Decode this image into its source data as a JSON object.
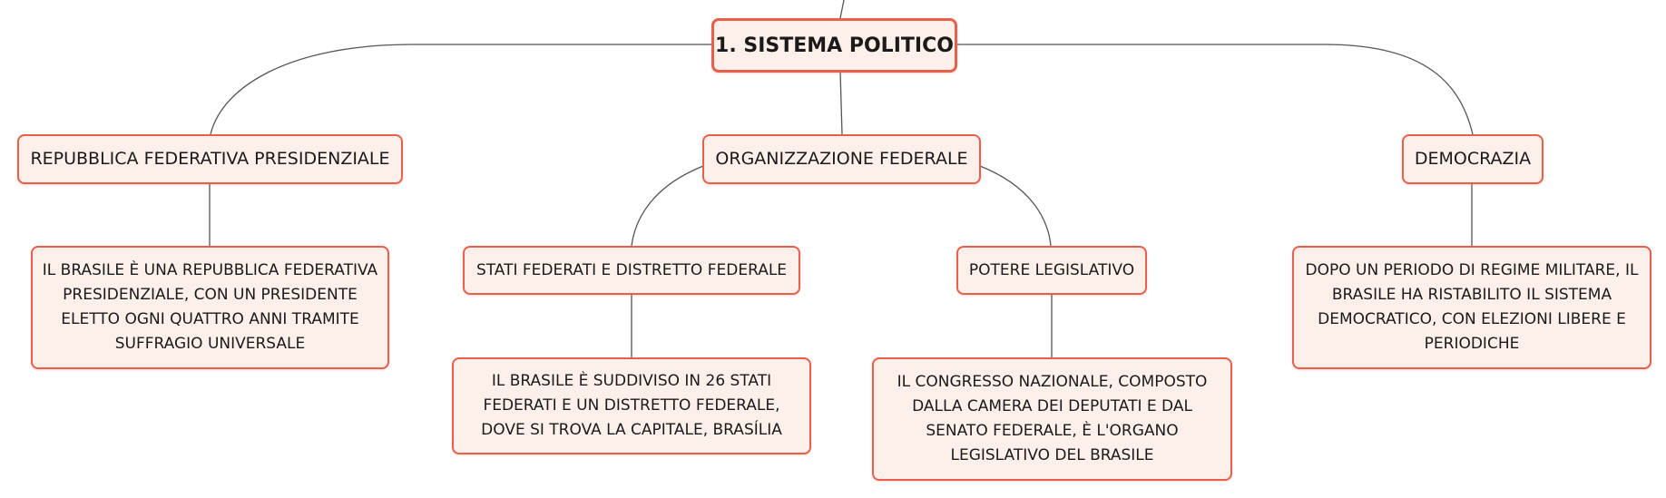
{
  "root": {
    "label": "1. SISTEMA POLITICO"
  },
  "branches": [
    {
      "label": "REPUBBLICA FEDERATIVA PRESIDENZIALE",
      "detail": "IL BRASILE È UNA REPUBBLICA FEDERATIVA PRESIDENZIALE, CON UN PRESIDENTE ELETTO OGNI QUATTRO ANNI TRAMITE SUFFRAGIO UNIVERSALE"
    },
    {
      "label": "ORGANIZZAZIONE FEDERALE",
      "children": [
        {
          "label": "STATI FEDERATI E DISTRETTO FEDERALE",
          "detail": "IL BRASILE È SUDDIVISO IN 26 STATI FEDERATI E UN DISTRETTO FEDERALE, DOVE SI TROVA LA CAPITALE, BRASÍLIA"
        },
        {
          "label": "POTERE LEGISLATIVO",
          "detail": "IL CONGRESSO NAZIONALE, COMPOSTO DALLA CAMERA DEI DEPUTATI E DAL SENATO FEDERALE, È L'ORGANO LEGISLATIVO DEL BRASILE"
        }
      ]
    },
    {
      "label": "DEMOCRAZIA",
      "detail": "DOPO UN PERIODO DI REGIME MILITARE, IL BRASILE HA RISTABILITO IL SISTEMA DEMOCRATICO, CON ELEZIONI LIBERE E PERIODICHE"
    }
  ],
  "colors": {
    "node_border": "#e6604c",
    "node_fill": "#fdf0ea",
    "connector": "#555555",
    "text": "#1a1a1a"
  }
}
